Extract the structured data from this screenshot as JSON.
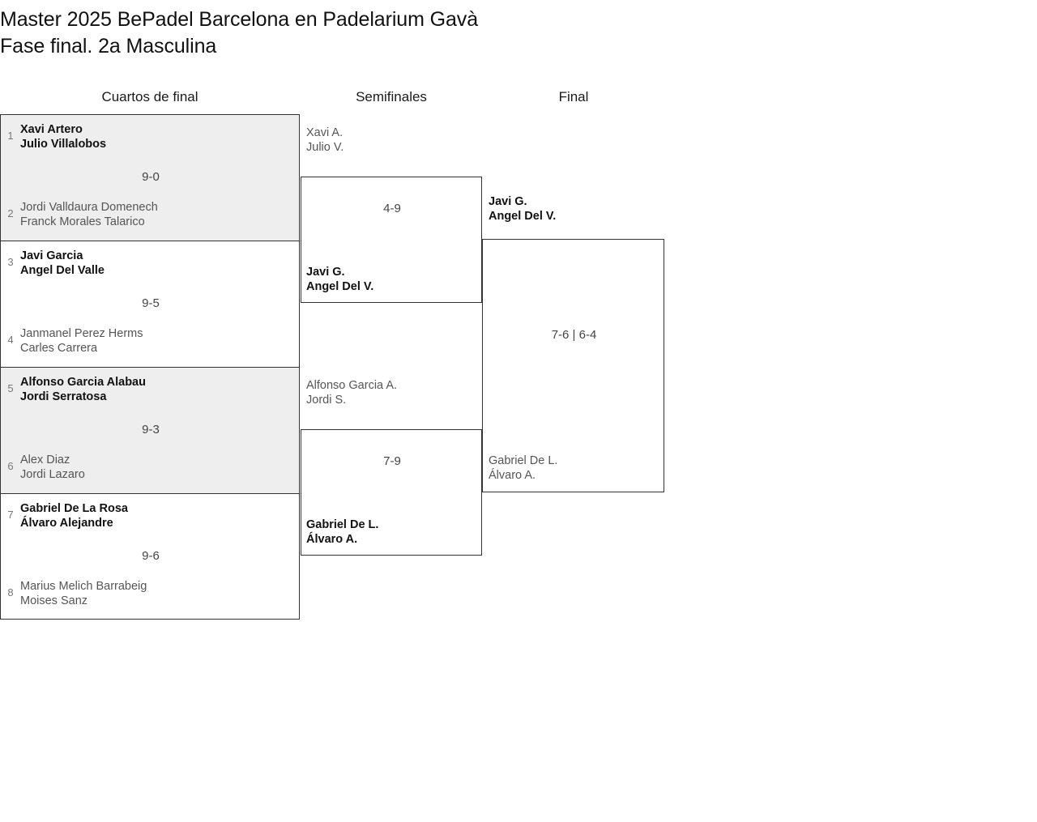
{
  "title": {
    "line1": "Master 2025 BePadel Barcelona en Padelarium Gavà",
    "line2": "Fase final. 2a Masculina"
  },
  "rounds": {
    "quarterfinals_label": "Cuartos de final",
    "semifinals_label": "Semifinales",
    "final_label": "Final"
  },
  "colors": {
    "shaded_row": "#eeeeee",
    "border": "#333333",
    "winner_text": "#111111",
    "loser_text": "#555555",
    "seed_text": "#777777"
  },
  "quarterfinals": [
    {
      "shaded": true,
      "score": "9-0",
      "top": {
        "seed": "1",
        "p1": "Xavi Artero",
        "p2": "Julio Villalobos",
        "result": "winner"
      },
      "bottom": {
        "seed": "2",
        "p1": "Jordi Valldaura Domenech",
        "p2": "Franck Morales Talarico",
        "result": "loser"
      }
    },
    {
      "shaded": false,
      "score": "9-5",
      "top": {
        "seed": "3",
        "p1": "Javi Garcia",
        "p2": "Angel Del Valle",
        "result": "winner"
      },
      "bottom": {
        "seed": "4",
        "p1": "Janmanel Perez Herms",
        "p2": "Carles Carrera",
        "result": "loser"
      }
    },
    {
      "shaded": true,
      "score": "9-3",
      "top": {
        "seed": "5",
        "p1": "Alfonso Garcia Alabau",
        "p2": "Jordi Serratosa",
        "result": "winner"
      },
      "bottom": {
        "seed": "6",
        "p1": "Alex Diaz",
        "p2": "Jordi Lazaro",
        "result": "loser"
      }
    },
    {
      "shaded": false,
      "score": "9-6",
      "top": {
        "seed": "7",
        "p1": "Gabriel De La Rosa",
        "p2": "Álvaro Alejandre",
        "result": "winner"
      },
      "bottom": {
        "seed": "8",
        "p1": "Marius Melich Barrabeig",
        "p2": "Moises Sanz",
        "result": "loser"
      }
    }
  ],
  "semifinals": [
    {
      "score": "4-9",
      "upper": {
        "p1": "Xavi A.",
        "p2": "Julio V.",
        "result": "loser"
      },
      "lower": {
        "p1": "Javi G.",
        "p2": "Angel Del V.",
        "result": "winner"
      }
    },
    {
      "score": "7-9",
      "upper": {
        "p1": "Alfonso Garcia A.",
        "p2": "Jordi S.",
        "result": "loser"
      },
      "lower": {
        "p1": "Gabriel De L.",
        "p2": "Álvaro A.",
        "result": "winner"
      }
    }
  ],
  "final": {
    "score": "7-6 | 6-4",
    "upper": {
      "p1": "Javi G.",
      "p2": "Angel Del V.",
      "result": "winner"
    },
    "lower": {
      "p1": "Gabriel De L.",
      "p2": "Álvaro A.",
      "result": "loser"
    }
  }
}
